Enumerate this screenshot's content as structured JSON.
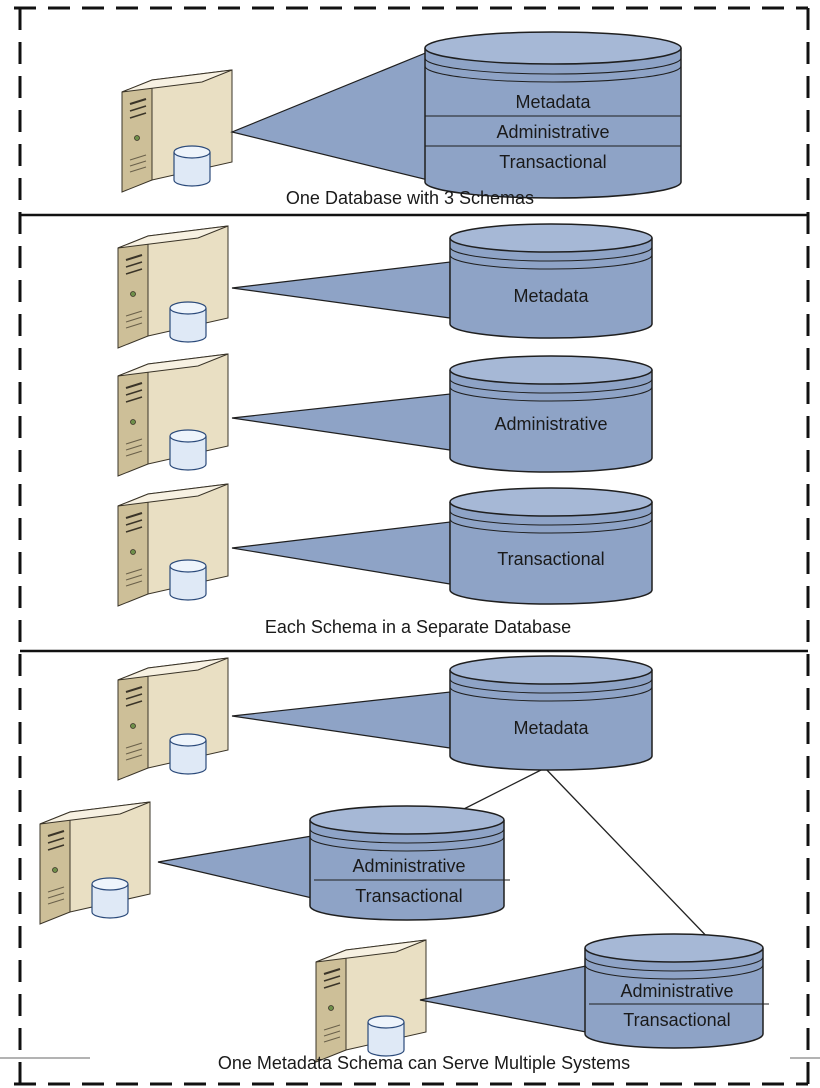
{
  "colors": {
    "db_fill": "#8ea3c6",
    "db_top": "#a6b8d6",
    "db_stroke": "#1f1f1f",
    "server_front": "#e9dfc3",
    "server_side": "#cdbf98",
    "server_top": "#f7f1e2",
    "mini_db": "#dfe9f6",
    "frame": "#111111"
  },
  "icons": {
    "server": "server-icon",
    "database": "database-icon"
  },
  "sections": [
    {
      "caption": "One Database with 3 Schemas",
      "databases": [
        {
          "labels": [
            "Metadata",
            "Administrative",
            "Transactional"
          ]
        }
      ]
    },
    {
      "caption": "Each Schema in a Separate Database",
      "databases": [
        {
          "labels": [
            "Metadata"
          ]
        },
        {
          "labels": [
            "Administrative"
          ]
        },
        {
          "labels": [
            "Transactional"
          ]
        }
      ]
    },
    {
      "caption": "One Metadata Schema can Serve Multiple Systems",
      "databases": [
        {
          "labels": [
            "Metadata"
          ]
        },
        {
          "labels": [
            "Administrative",
            "Transactional"
          ]
        },
        {
          "labels": [
            "Administrative",
            "Transactional"
          ]
        }
      ]
    }
  ]
}
